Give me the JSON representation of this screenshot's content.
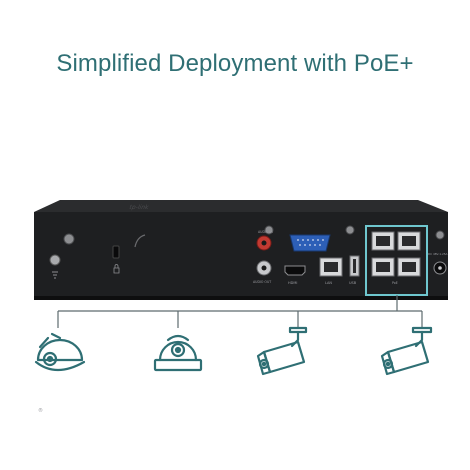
{
  "headline": "Simplified Deployment with PoE+",
  "colors": {
    "accent": "#2f6f74",
    "highlight": "#6fc7cf",
    "device_body": "#1e1f21",
    "device_top": "#2b2c2e"
  },
  "device": {
    "brand_mark": "tp-link",
    "port_labels": {
      "audio_in": "AUDIO IN",
      "audio_out": "AUDIO OUT",
      "hdmi": "HDMI",
      "lan": "LAN",
      "usb": "USB",
      "power": "DC 48V-1.25A",
      "poe": "PoE"
    }
  },
  "cameras": [
    {
      "icon": "dome-camera-icon"
    },
    {
      "icon": "ceiling-dome-camera-icon"
    },
    {
      "icon": "bullet-camera-icon"
    },
    {
      "icon": "bullet-camera-icon"
    }
  ],
  "footer_mark": "®"
}
